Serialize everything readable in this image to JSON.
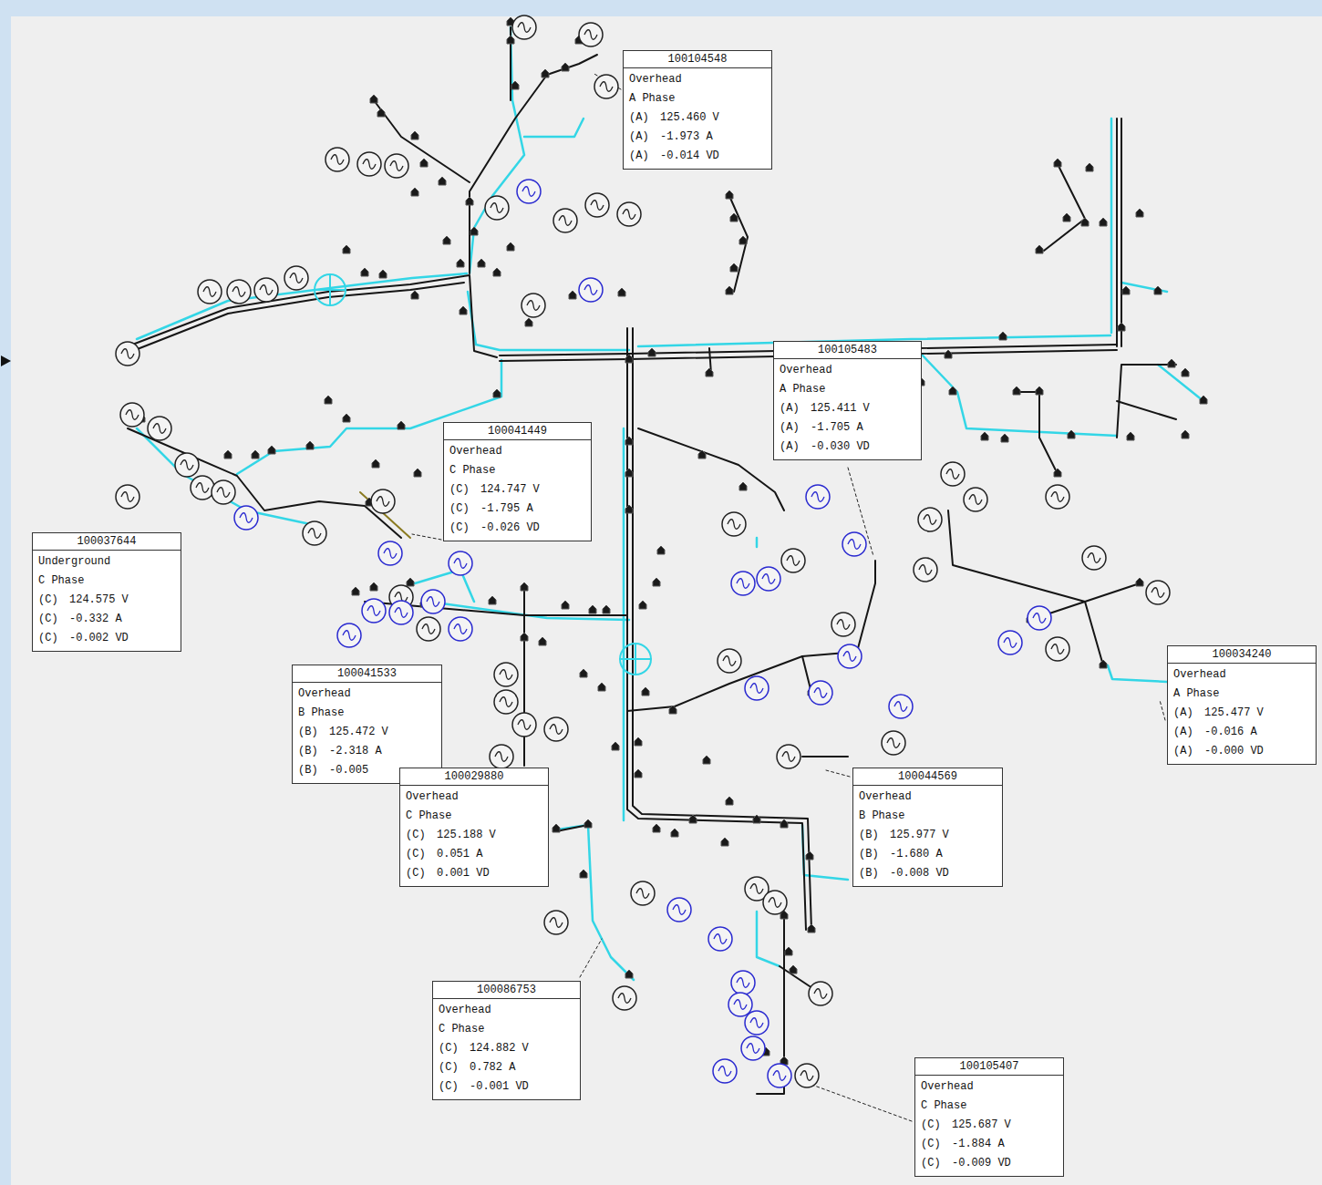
{
  "diagram": {
    "nodes": [
      {
        "text": [
          "100104548",
          "Overhead",
          "A Phase",
          "(A)",
          "125.460 V",
          "(A)",
          "-1.973 A",
          "(A)",
          "-0.014 VD"
        ]
      },
      {
        "text": [
          "100105483",
          "Overhead",
          "A Phase",
          "(A)",
          "125.411 V",
          "(A)",
          "-1.705 A",
          "(A)",
          "-0.030 VD"
        ]
      },
      {
        "text": [
          "100041449",
          "Overhead",
          "C Phase",
          "(C)",
          "124.747 V",
          "(C)",
          "-1.795 A",
          "(C)",
          "-0.026 VD"
        ]
      },
      {
        "text": [
          "100037644",
          "Underground",
          "C Phase",
          "(C)",
          "124.575 V",
          "(C)",
          "-0.332 A",
          "(C)",
          "-0.002 VD"
        ]
      },
      {
        "text": [
          "100034240",
          "Overhead",
          "A Phase",
          "(A)",
          "125.477 V",
          "(A)",
          "-0.016 A",
          "(A)",
          "-0.000 VD"
        ]
      },
      {
        "text": [
          "100041533",
          "Overhead",
          "B Phase",
          "(B)",
          "125.472 V",
          "(B)",
          "-2.318 A",
          "(B)",
          "-0.005"
        ]
      },
      {
        "text": [
          "100029880",
          "Overhead",
          "C Phase",
          "(C)",
          "125.188 V",
          "(C)",
          "0.051 A",
          "(C)",
          "0.001 VD"
        ]
      },
      {
        "text": [
          "100044569",
          "Overhead",
          "B Phase",
          "(B)",
          "125.977 V",
          "(B)",
          "-1.680 A",
          "(B)",
          "-0.008 VD"
        ]
      },
      {
        "text": [
          "100086753",
          "Overhead",
          "C Phase",
          "(C)",
          "124.882 V",
          "(C)",
          "0.782 A",
          "(C)",
          "-0.001 VD"
        ]
      },
      {
        "text": [
          "100105407",
          "Overhead",
          "C Phase",
          "(C)",
          "125.687 V",
          "(C)",
          "-1.884 A",
          "(C)",
          "-0.009 VD"
        ]
      }
    ]
  }
}
